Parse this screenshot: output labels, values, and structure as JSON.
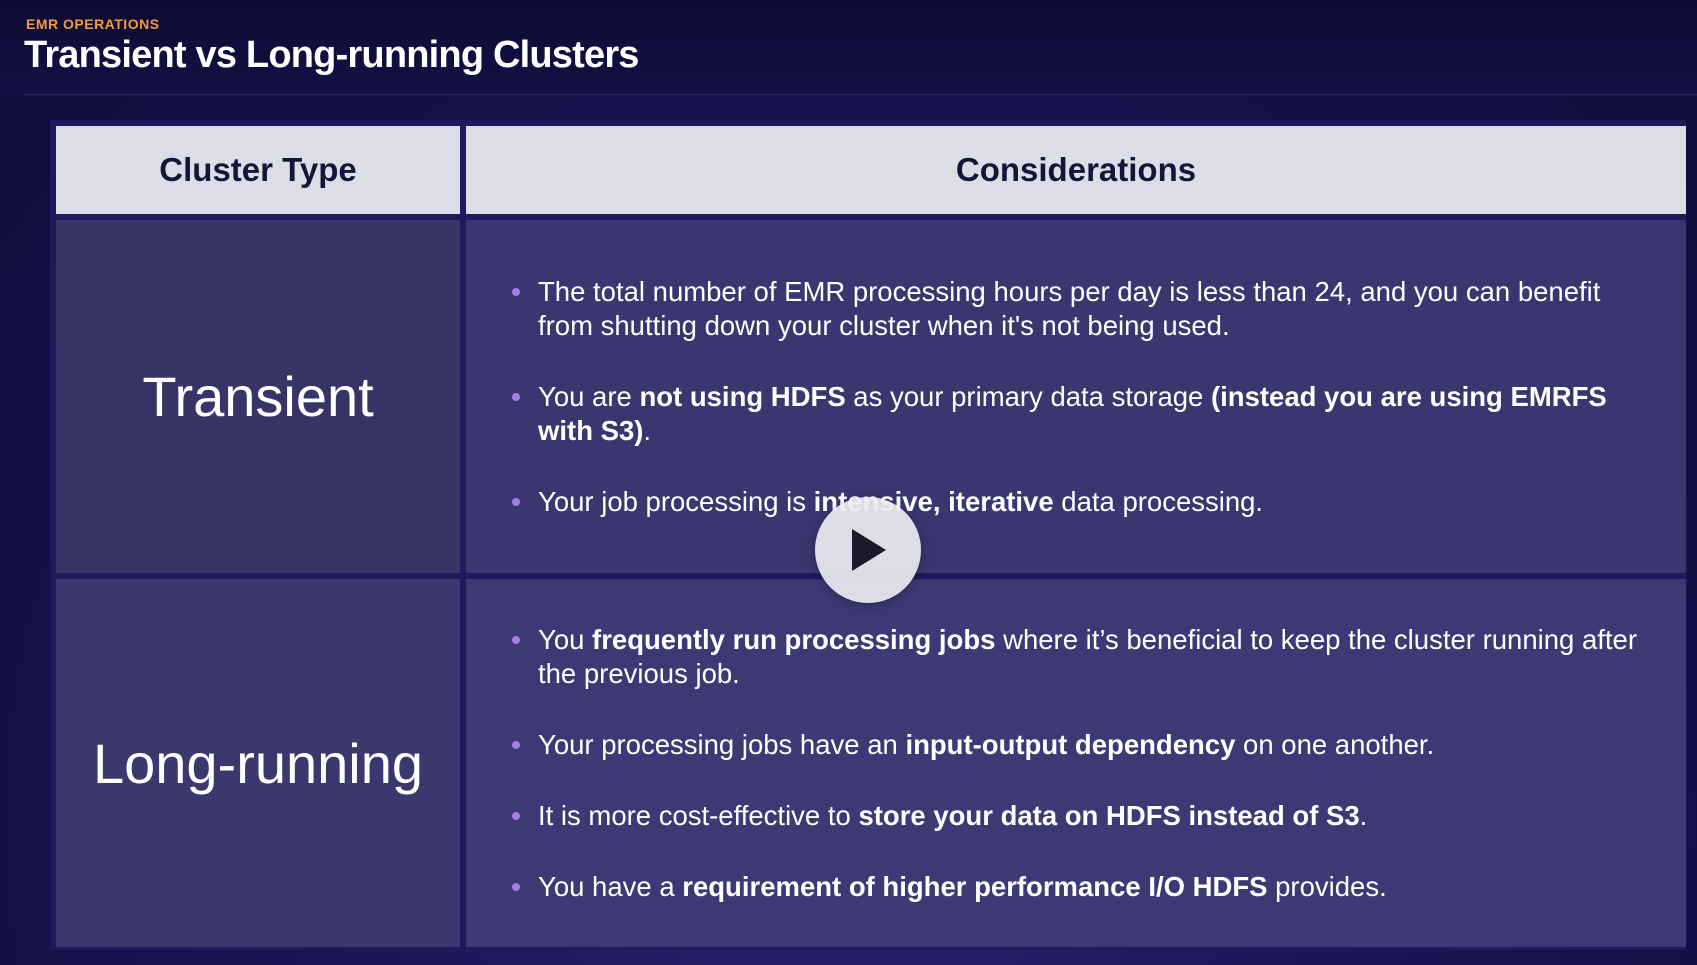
{
  "header": {
    "eyebrow": "EMR OPERATIONS",
    "title": "Transient vs Long-running Clusters"
  },
  "table": {
    "columns": [
      "Cluster Type",
      "Considerations"
    ],
    "rows": [
      {
        "type": "Transient",
        "bullets": [
          [
            {
              "t": "The total number of EMR processing hours per day is less than 24, and you can benefit from shutting down your cluster when it's not being used.",
              "b": false
            }
          ],
          [
            {
              "t": "You are ",
              "b": false
            },
            {
              "t": "not using HDFS",
              "b": true
            },
            {
              "t": " as your primary data storage ",
              "b": false
            },
            {
              "t": "(instead you are using EMRFS with S3)",
              "b": true
            },
            {
              "t": ".",
              "b": false
            }
          ],
          [
            {
              "t": "Your job processing is ",
              "b": false
            },
            {
              "t": "intensive, iterative",
              "b": true
            },
            {
              "t": " data processing.",
              "b": false
            }
          ]
        ]
      },
      {
        "type": "Long-running",
        "bullets": [
          [
            {
              "t": "You ",
              "b": false
            },
            {
              "t": "frequently run processing jobs",
              "b": true
            },
            {
              "t": " where it’s beneficial to keep the cluster running after the previous job.",
              "b": false
            }
          ],
          [
            {
              "t": "Your processing jobs have an ",
              "b": false
            },
            {
              "t": "input-output dependency",
              "b": true
            },
            {
              "t": " on one another.",
              "b": false
            }
          ],
          [
            {
              "t": "It is more cost-effective to ",
              "b": false
            },
            {
              "t": "store your data on HDFS instead of S3",
              "b": true
            },
            {
              "t": ".",
              "b": false
            }
          ],
          [
            {
              "t": "You have a ",
              "b": false
            },
            {
              "t": "requirement of higher performance I/O HDFS",
              "b": true
            },
            {
              "t": " provides.",
              "b": false
            }
          ]
        ]
      }
    ]
  },
  "colors": {
    "accent_orange": "#f39a3c",
    "bullet_purple": "#a57ce8",
    "header_fill": "#dcdde6",
    "cell_fill": "#3a3670"
  },
  "icons": {
    "play": "play-icon"
  }
}
